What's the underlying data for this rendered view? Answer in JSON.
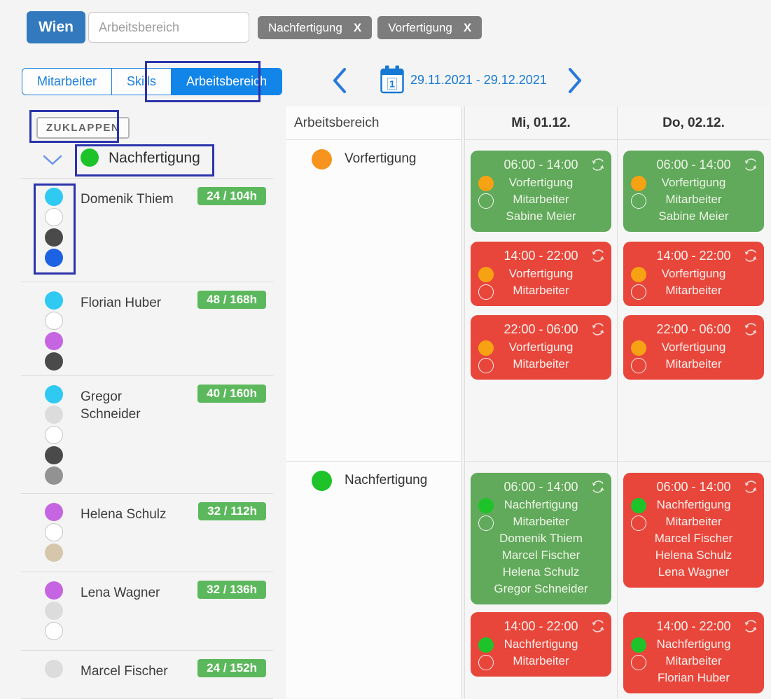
{
  "topbar": {
    "city_button": "Wien",
    "search_placeholder": "Arbeitsbereich",
    "filter_chips": [
      {
        "label": "Nachfertigung",
        "close": "X"
      },
      {
        "label": "Vorfertigung",
        "close": "X"
      }
    ]
  },
  "tabs": [
    {
      "label": "Mitarbeiter",
      "active": false
    },
    {
      "label": "Skills",
      "active": false
    },
    {
      "label": "Arbeitsbereich",
      "active": true
    }
  ],
  "collapse_button": "ZUKLAPPEN",
  "date_nav": {
    "calendar_day": "1",
    "range": "29.11.2021 - 29.12.2021"
  },
  "sidebar": {
    "group": {
      "name": "Nachfertigung",
      "color": "#1ec32a"
    },
    "employees": [
      {
        "name": "Domenik Thiem",
        "hours": "24 / 104h",
        "dots": [
          "#2fc9f2",
          "#ffffff",
          "#4a4a4a",
          "#1c63e4"
        ]
      },
      {
        "name": "Florian Huber",
        "hours": "48 / 168h",
        "dots": [
          "#2fc9f2",
          "#ffffff",
          "#c665e2",
          "#4a4a4a"
        ]
      },
      {
        "name": "Gregor Schneider",
        "hours": "40 / 160h",
        "dots": [
          "#2fc9f2",
          "#dcdcdc",
          "#ffffff",
          "#4a4a4a",
          "#929292"
        ]
      },
      {
        "name": "Helena Schulz",
        "hours": "32 / 112h",
        "dots": [
          "#c665e2",
          "#ffffff",
          "#d6c7ac"
        ]
      },
      {
        "name": "Lena Wagner",
        "hours": "32 / 136h",
        "dots": [
          "#c665e2",
          "#dcdcdc",
          "#ffffff"
        ]
      },
      {
        "name": "Marcel Fischer",
        "hours": "24 / 152h",
        "dots": [
          "#dcdcdc"
        ]
      }
    ]
  },
  "grid": {
    "header": [
      "Arbeitsbereich",
      "Mi, 01.12.",
      "Do, 02.12."
    ],
    "rows": [
      {
        "area": "Vorfertigung",
        "color": "#f7941e",
        "days": [
          {
            "cards": [
              {
                "color": "green",
                "time": "06:00 - 14:00",
                "area": "Vorfertigung",
                "area_dot": "#f7a213",
                "role": "Mitarbeiter",
                "names": [
                  "Sabine Meier"
                ]
              },
              {
                "color": "red",
                "time": "14:00 - 22:00",
                "area": "Vorfertigung",
                "area_dot": "#f7a213",
                "role": "Mitarbeiter",
                "names": []
              },
              {
                "color": "red",
                "time": "22:00 - 06:00",
                "area": "Vorfertigung",
                "area_dot": "#f7a213",
                "role": "Mitarbeiter",
                "names": []
              }
            ]
          },
          {
            "cards": [
              {
                "color": "green",
                "time": "06:00 - 14:00",
                "area": "Vorfertigung",
                "area_dot": "#f7a213",
                "role": "Mitarbeiter",
                "names": [
                  "Sabine Meier"
                ]
              },
              {
                "color": "red",
                "time": "14:00 - 22:00",
                "area": "Vorfertigung",
                "area_dot": "#f7a213",
                "role": "Mitarbeiter",
                "names": []
              },
              {
                "color": "red",
                "time": "22:00 - 06:00",
                "area": "Vorfertigung",
                "area_dot": "#f7a213",
                "role": "Mitarbeiter",
                "names": []
              }
            ]
          }
        ]
      },
      {
        "area": "Nachfertigung",
        "color": "#1ec32a",
        "days": [
          {
            "cards": [
              {
                "color": "green",
                "time": "06:00 - 14:00",
                "area": "Nachfertigung",
                "area_dot": "#1ec32a",
                "role": "Mitarbeiter",
                "names": [
                  "Domenik Thiem",
                  "Marcel Fischer",
                  "Helena Schulz",
                  "Gregor Schneider"
                ]
              },
              {
                "color": "red",
                "time": "14:00 - 22:00",
                "area": "Nachfertigung",
                "area_dot": "#1ec32a",
                "role": "Mitarbeiter",
                "names": []
              }
            ]
          },
          {
            "cards": [
              {
                "color": "red",
                "time": "06:00 - 14:00",
                "area": "Nachfertigung",
                "area_dot": "#1ec32a",
                "role": "Mitarbeiter",
                "names": [
                  "Marcel Fischer",
                  "Helena Schulz",
                  "Lena Wagner"
                ]
              },
              {
                "color": "red",
                "time": "14:00 - 22:00",
                "area": "Nachfertigung",
                "area_dot": "#1ec32a",
                "role": "Mitarbeiter",
                "names": [
                  "Florian Huber"
                ]
              }
            ]
          }
        ]
      }
    ]
  },
  "colors": {
    "primary_blue": "#1285e8",
    "nav_blue": "#1779d3",
    "annotation_blue": "#2b34ab",
    "badge_green": "#5cb85c",
    "card_green": "#61a95b",
    "card_red": "#e8463b",
    "chip_gray": "#7d7d7d"
  }
}
